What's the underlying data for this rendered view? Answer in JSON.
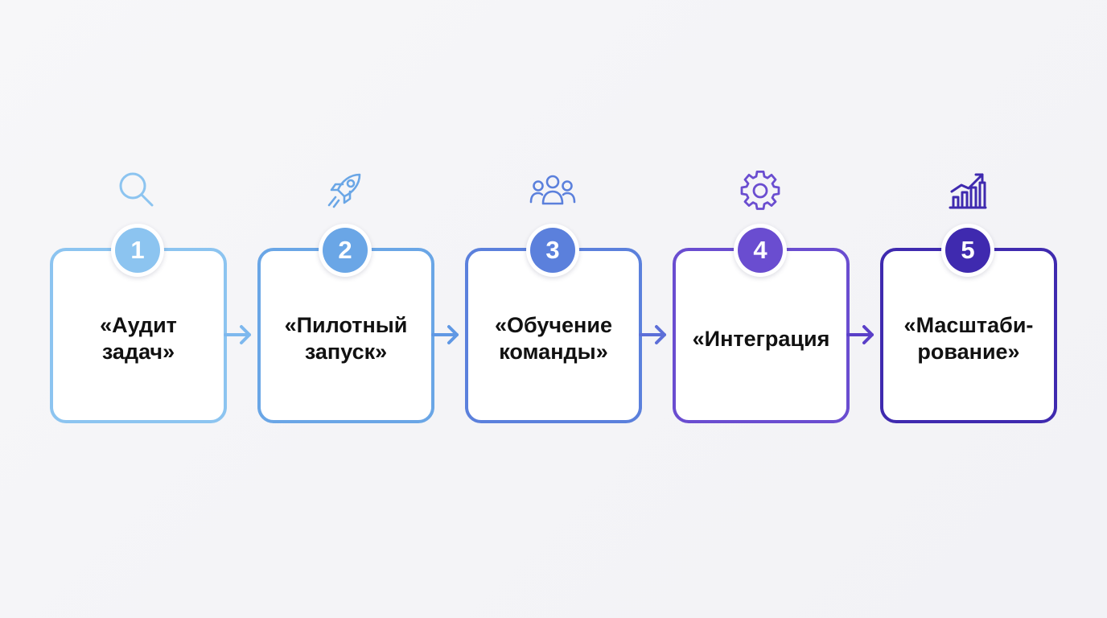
{
  "steps": [
    {
      "number": "1",
      "label": "«Аудит\nзадач»",
      "icon": "search-icon",
      "color": "#8cc4f0"
    },
    {
      "number": "2",
      "label": "«Пилотный\nзапуск»",
      "icon": "rocket-icon",
      "color": "#6aa6e6"
    },
    {
      "number": "3",
      "label": "«Обучение\nкоманды»",
      "icon": "team-icon",
      "color": "#5b80dc"
    },
    {
      "number": "4",
      "label": "«Интеграция",
      "icon": "gear-icon",
      "color": "#6a4dd0"
    },
    {
      "number": "5",
      "label": "«Масштаби-\nрование»",
      "icon": "growth-chart-icon",
      "color": "#3f2aaf"
    }
  ],
  "arrows": [
    {
      "color": "#7eb8ee"
    },
    {
      "color": "#6098e4"
    },
    {
      "color": "#5d6fd8"
    },
    {
      "color": "#5a3fc8"
    }
  ]
}
